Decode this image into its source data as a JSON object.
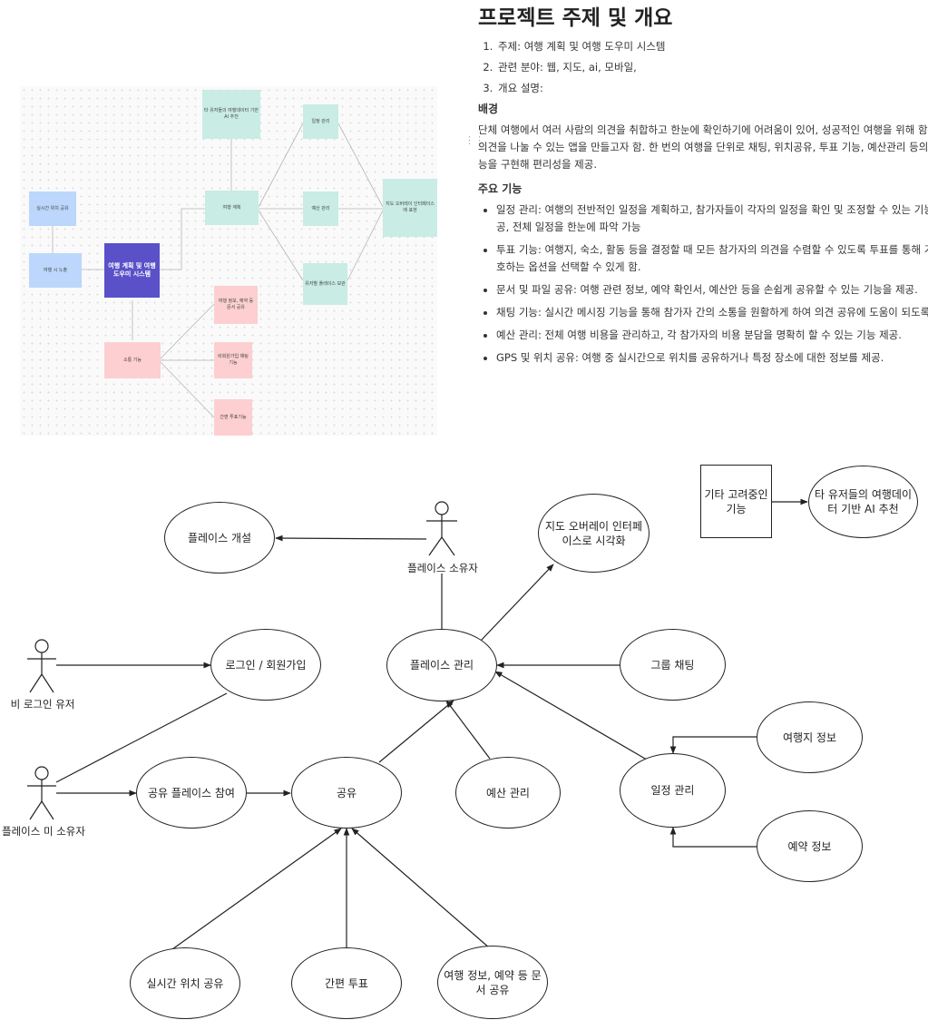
{
  "mindmap": {
    "center": "여행 계획 및 여행 도우미 시스템",
    "nodes": {
      "realtime_location": "실시간 위치 공유",
      "travel_exposure": "여행 시 노출",
      "travel_plan": "여행 계획",
      "other_users_ai": "타 유저들의 여행데이터 기반 AI 추천",
      "schedule": "일정 관리",
      "budget": "예산 관리",
      "shared_place": "유저별 플레이스 보관",
      "map_overlay": "지도 오버레이 인터페이스에 표현",
      "social": "소통 기능",
      "info_share": "여행 정보, 예약 등 문서 공유",
      "chat": "비회원가입 채팅기능",
      "vote": "간편 투표기능"
    }
  },
  "doc": {
    "title": "프로젝트 주제 및 개요",
    "overview": [
      "주제: 여행 계획 및 여행 도우미 시스템",
      "관련 분야: 웹, 지도, ai, 모바일,",
      "개요 설명:"
    ],
    "background_heading": "배경",
    "background_text": "단체 여행에서 여러 사람의 의견을 취합하고 한눈에 확인하기에 어려움이 있어, 성공적인 여행을 위해 함께 의견을 나눌 수 있는 앱을 만들고자 함. 한 번의 여행을 단위로 채팅, 위치공유, 투표 기능, 예산관리 등의 기능을 구현해 편리성을 제공.",
    "features_heading": "주요 기능",
    "features": [
      "일정 관리: 여행의 전반적인 일정을 계획하고, 참가자들이 각자의 일정을 확인 및 조정할 수 있는 기능을 제공, 전체 일정을 한눈에 파악 가능",
      "투표 기능: 여행지, 숙소, 활동 등을 결정할 때 모든 참가자의 의견을 수렴할 수 있도록 투표를 통해 가장 선호하는 옵션을 선택할 수 있게 함.",
      "문서 및 파일 공유: 여행 관련 정보, 예약 확인서, 예산안 등을 손쉽게 공유할 수 있는 기능을 제공.",
      "채팅 기능: 실시간 메시징 기능을 통해 참가자 간의 소통을 원활하게 하여 의견 공유에 도움이 되도록 함.",
      "예산 관리: 전체 여행 비용을 관리하고, 각 참가자의 비용 분담을 명확히 할 수 있는 기능 제공.",
      "GPS 및 위치 공유: 여행 중 실시간으로 위치를 공유하거나 특정 장소에 대한 정보를 제공."
    ]
  },
  "usecase": {
    "actors": {
      "place_owner": "플레이스 소유자",
      "guest": "비 로그인 유저",
      "non_owner": "플레이스 미 소유자"
    },
    "cases": {
      "create_place": "플레이스 개설",
      "map_overlay": "지도 오버레이 인터페이스로 시각화",
      "login": "로그인 / 회원가입",
      "manage_place": "플레이스 관리",
      "group_chat": "그룹 채팅",
      "join_place": "공유 플레이스 참여",
      "share": "공유",
      "budget": "예산 관리",
      "schedule": "일정 관리",
      "destination_info": "여행지 정보",
      "reservation_info": "예약 정보",
      "realtime_location": "실시간 위치 공유",
      "simple_vote": "간편 투표",
      "doc_share": "여행 정보, 예약 등 문서 공유"
    },
    "other_box": "기타 고려중인 기능",
    "ai_recommend": "타 유저들의 여행데이터 기반 AI 추천"
  }
}
